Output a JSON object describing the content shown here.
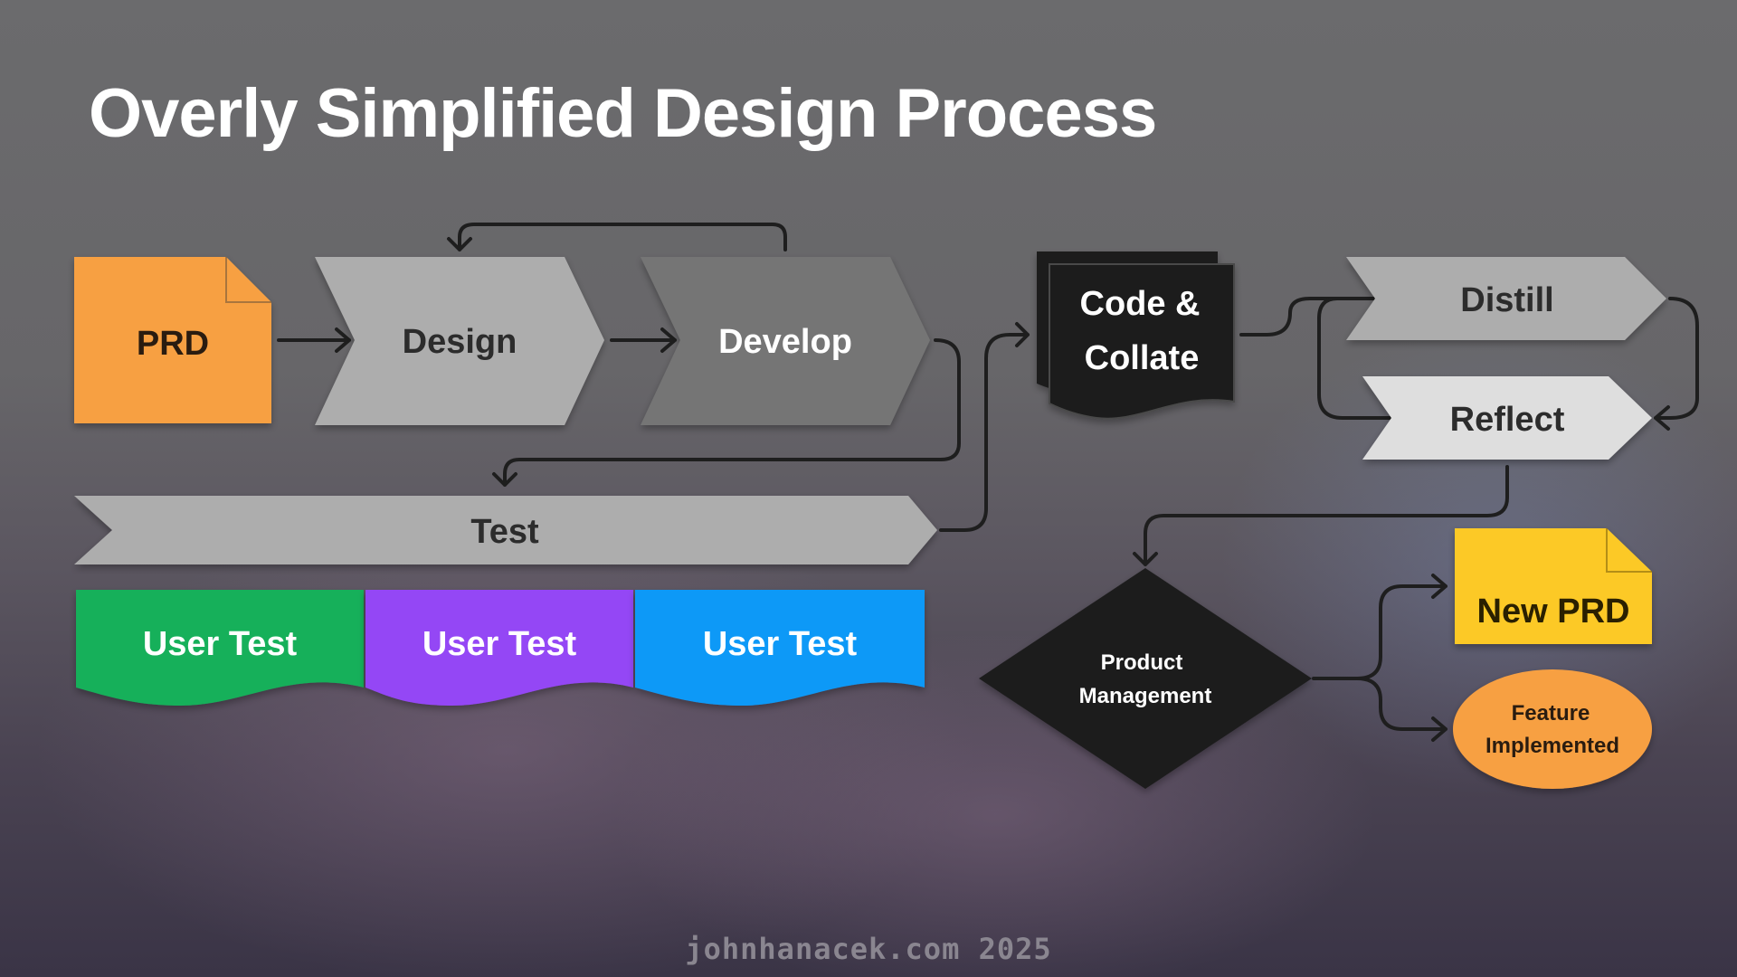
{
  "title": "Overly Simplified Design Process",
  "nodes": {
    "prd": "PRD",
    "design": "Design",
    "develop": "Develop",
    "test": "Test",
    "user_tests": [
      "User Test",
      "User Test",
      "User Test"
    ],
    "code_collate": [
      "Code &",
      "Collate"
    ],
    "distill": "Distill",
    "reflect": "Reflect",
    "product_management": [
      "Product",
      "Management"
    ],
    "new_prd": "New PRD",
    "feature_implemented": [
      "Feature",
      "Implemented"
    ]
  },
  "colors": {
    "prd": "#f7a042",
    "design": "#adadad",
    "develop": "#757575",
    "test": "#adadad",
    "user_test_1": "#16b05a",
    "user_test_2": "#9446f5",
    "user_test_3": "#1199f7",
    "code_collate": "#1c1c1c",
    "distill": "#adadad",
    "reflect": "#dedede",
    "product_management": "#1c1c1c",
    "new_prd": "#fcc925",
    "feature_implemented": "#f7a042"
  },
  "footer": "johnhanacek.com 2025"
}
